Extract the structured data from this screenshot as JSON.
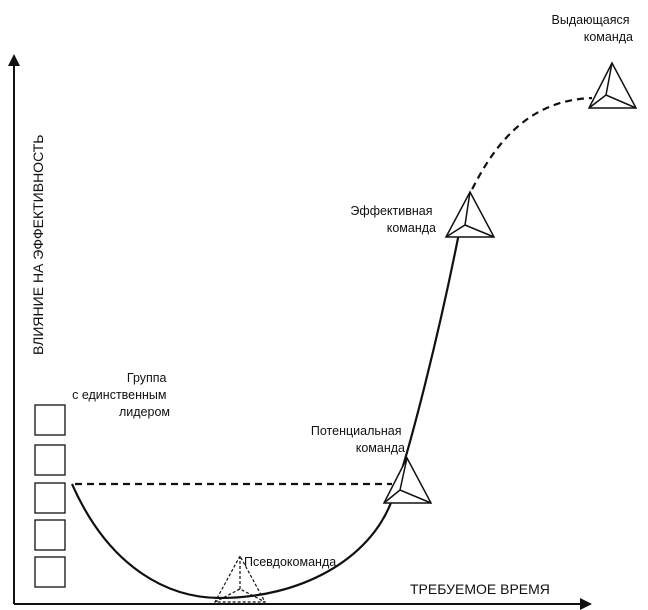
{
  "axes": {
    "y_label": "ВЛИЯНИЕ НА ЭФФЕКТИВНОСТЬ",
    "x_label": "ТРЕБУЕМОЕ ВРЕМЯ"
  },
  "stages": {
    "working_group": {
      "lines": [
        "Группа",
        "с единственным",
        "лидером"
      ],
      "box_count": 5
    },
    "pseudo_team": {
      "lines": [
        "Псевдокоманда"
      ]
    },
    "potential_team": {
      "lines": [
        "Потенциальная",
        "команда"
      ]
    },
    "effective_team": {
      "lines": [
        "Эффективная",
        "команда"
      ]
    },
    "outstanding_team": {
      "lines": [
        "Выдающаяся",
        "команда"
      ]
    }
  },
  "colors": {
    "ink": "#111111",
    "background": "#ffffff"
  },
  "icons": {
    "group": "square-box",
    "team": "pyramid-triangle",
    "pseudo_team": "dashed-pyramid-triangle"
  }
}
